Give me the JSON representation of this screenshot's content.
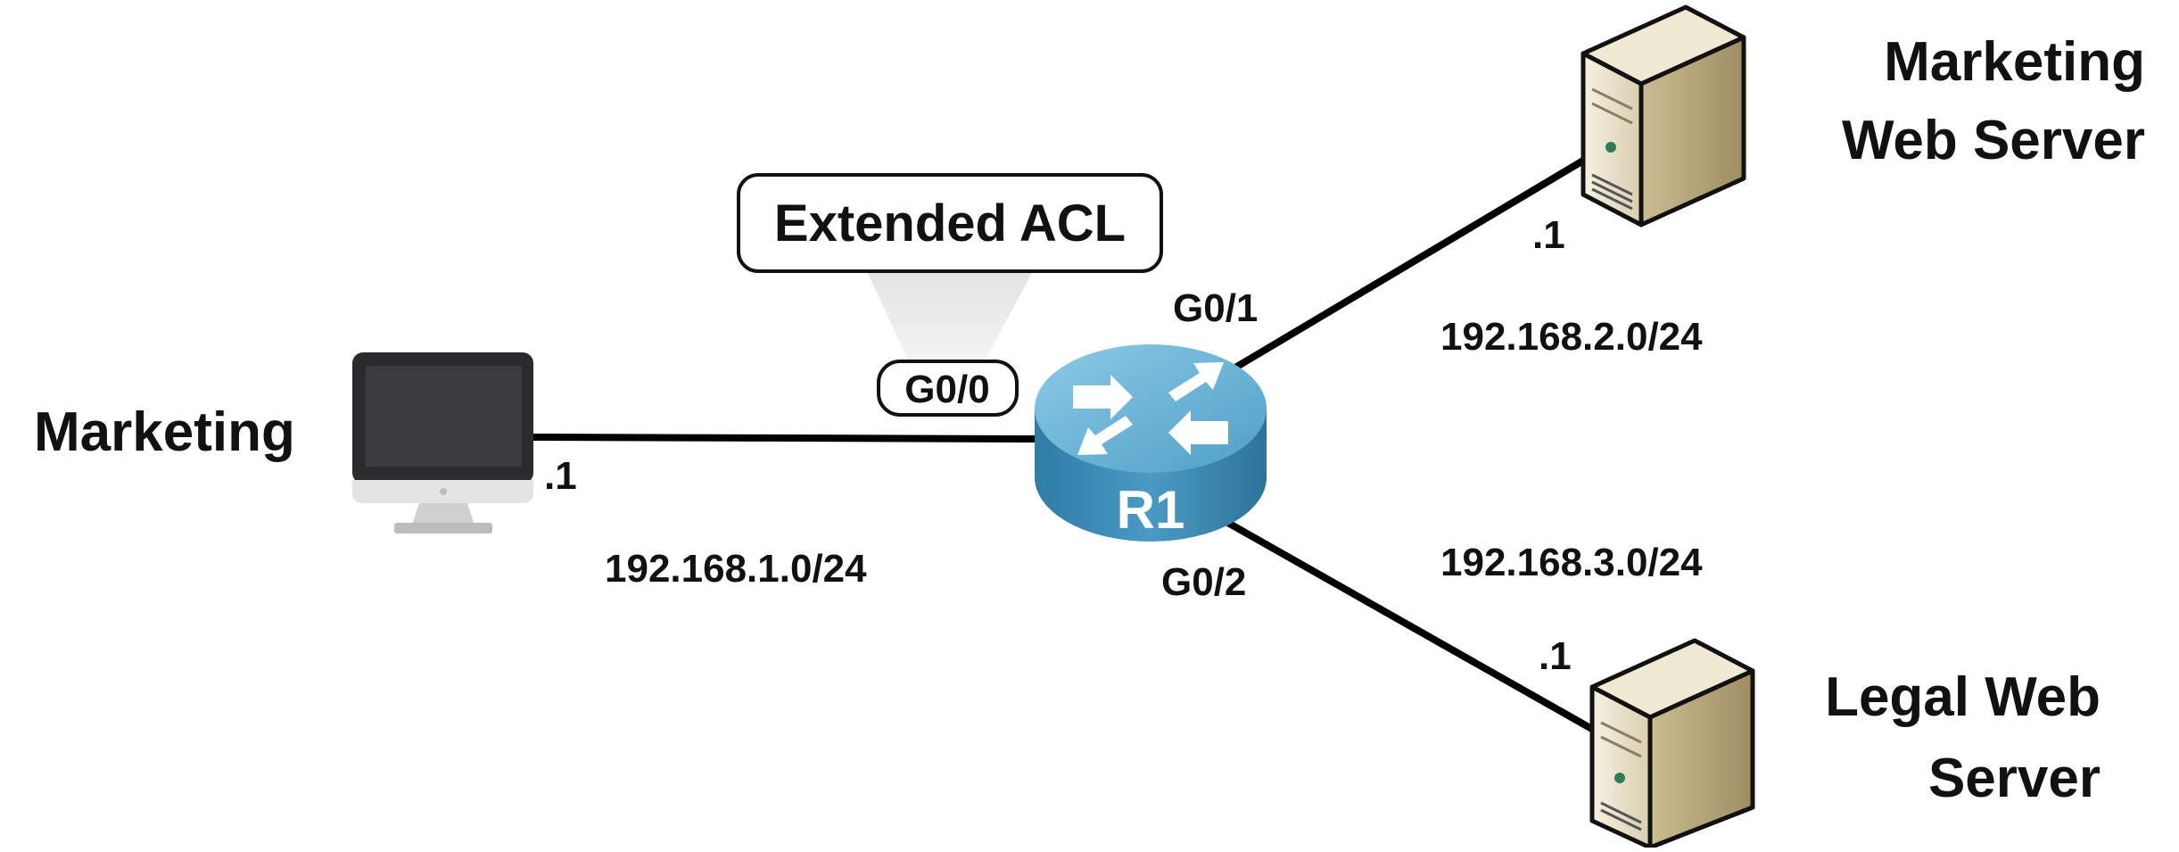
{
  "nodes": {
    "marketing_pc": {
      "label": "Marketing",
      "host_suffix": ".1"
    },
    "router": {
      "label": "R1"
    },
    "marketing_server": {
      "label_line1": "Marketing",
      "label_line2": "Web Server",
      "host_suffix": ".1"
    },
    "legal_server": {
      "label_line1": "Legal Web",
      "label_line2": "Server",
      "host_suffix": ".1"
    }
  },
  "interfaces": {
    "g0_0": "G0/0",
    "g0_1": "G0/1",
    "g0_2": "G0/2"
  },
  "subnets": {
    "net1": "192.168.1.0/24",
    "net2": "192.168.2.0/24",
    "net3": "192.168.3.0/24"
  },
  "callout": {
    "label": "Extended ACL"
  },
  "colors": {
    "router_body": "#3f8fb5",
    "router_top": "#6fb5d8",
    "server_body": "#d7caa2",
    "link": "#000000"
  }
}
